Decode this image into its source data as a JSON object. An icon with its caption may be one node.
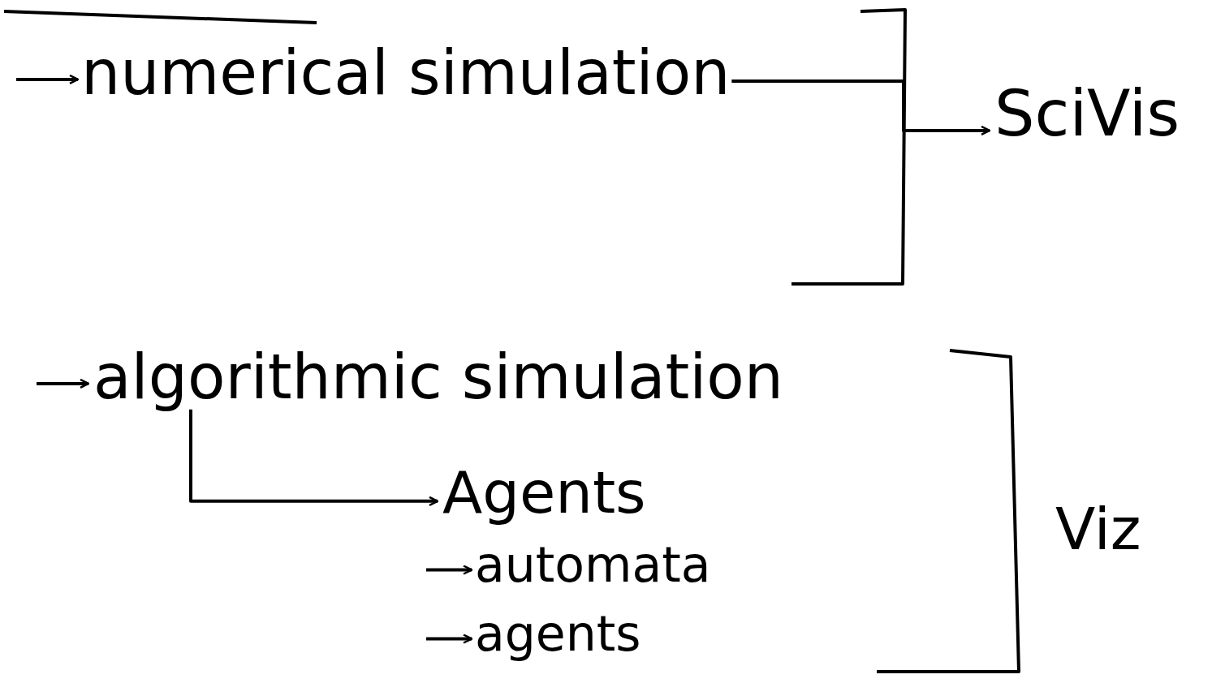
{
  "diagram": {
    "nodes": [
      {
        "text": [
          "numerical simulation"
        ]
      },
      {
        "text": [
          "SciVis"
        ]
      },
      {
        "text": [
          "algorithmic simulation"
        ]
      },
      {
        "text": [
          "Agents"
        ]
      },
      {
        "text": [
          "automata"
        ]
      },
      {
        "text": [
          "agents"
        ]
      }
    ],
    "edges": [
      {
        "from": null,
        "to": 0,
        "arrow": "to"
      },
      {
        "from": 0,
        "to": 1,
        "arrow": "to"
      },
      {
        "from": null,
        "to": 2,
        "arrow": "to"
      },
      {
        "from": 2,
        "to": 3,
        "arrow": "to"
      },
      {
        "from": null,
        "to": 4,
        "arrow": "to"
      },
      {
        "from": null,
        "to": 5,
        "arrow": "to"
      }
    ],
    "labels": [
      "Viz"
    ]
  }
}
